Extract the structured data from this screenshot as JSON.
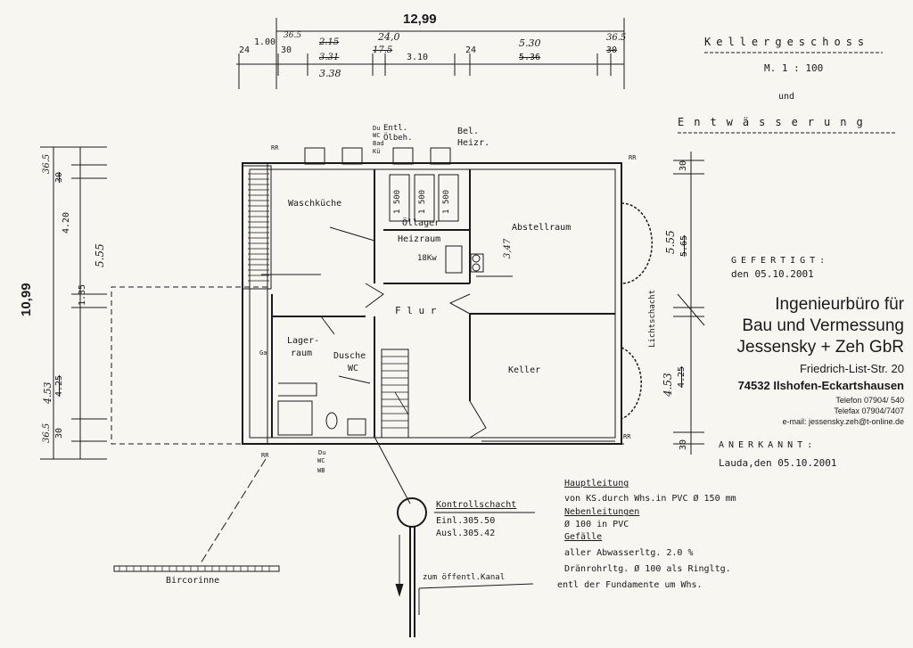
{
  "header": {
    "floor_title": "Kellergeschoss",
    "scale": "M. 1 : 100",
    "und": "und",
    "drainage_title": "Entwässerung",
    "created_label": "GEFERTIGT:",
    "created_date": "den 05.10.2001",
    "approved_label": "ANERKANNT:",
    "approved_place_date": "Lauda,den 05.10.2001"
  },
  "office": {
    "line1": "Ingenieurbüro für",
    "line2": "Bau und Vermessung",
    "line3": "Jessensky + Zeh GbR",
    "street": "Friedrich-List-Str. 20",
    "city": "74532 Ilshofen-Eckartshausen",
    "phone": "Telefon 07904/ 540",
    "fax": "Telefax 07904/7407",
    "email": "e-mail: jessensky.zeh@t-online.de"
  },
  "rooms": {
    "waschkueche": "Waschküche",
    "abstellraum": "Abstellraum",
    "heizraum": "Heizraum",
    "oellager": "Öllager",
    "flur": "F l u r",
    "lagerraum_1": "Lager-",
    "lagerraum_2": "raum",
    "dusche": "Dusche",
    "wc": "WC",
    "keller": "Keller",
    "lichtschacht": "Lichtschacht",
    "heater": "18Kw",
    "tank1": "1 500",
    "tank2": "1 500",
    "tank3": "1 500"
  },
  "fixtures": {
    "du_wc_bad_kue": [
      "Du",
      "WC",
      "Bad",
      "Kü"
    ],
    "entl_oelbeh": [
      "Entl.",
      "Ölbeh."
    ],
    "bel_heizr": [
      "Bel.",
      "Heizr."
    ],
    "du_wc_wb": [
      "Du",
      "WC",
      "WB"
    ],
    "rr": "RR",
    "ga": "Ga"
  },
  "dimensions": {
    "total_width": "12,99",
    "total_depth": "10,99",
    "top_chain": [
      "24",
      "1.00",
      "30",
      "3.31",
      "3.38",
      "24,0",
      "17.5",
      "3.10",
      "24",
      "5.30",
      "5.36",
      "36.5",
      "30"
    ],
    "top_hand": [
      "36.5",
      "2.15",
      "24,0"
    ],
    "left_chain": [
      "36.5",
      "30",
      "4.20",
      "5.55",
      "1.35",
      "4.53",
      "4.25",
      "36.5",
      "30"
    ],
    "right_chain": [
      "30",
      "5.55",
      "5.65",
      "4.53",
      "4.25",
      "30"
    ],
    "abst_hand": "3,47"
  },
  "inspection": {
    "title": "Kontrollschacht",
    "inlet": "Einl.305.50",
    "outlet": "Ausl.305.42",
    "to_sewer": "zum öffentl.Kanal"
  },
  "gutter": {
    "label": "Bircorinne"
  },
  "notes": {
    "main_title": "Hauptleitung",
    "main_text": "von KS.durch Whs.in PVC Ø 150 mm",
    "branch_title": "Nebenleitungen",
    "branch_text": "Ø 100 in PVC",
    "slope_title": "Gefälle",
    "slope_line1": "aller Abwasserltg. 2.0 %",
    "slope_line2": "Dränrohrltg. Ø 100 als Ringltg.",
    "slope_line3": "entl der Fundamente um Whs."
  }
}
